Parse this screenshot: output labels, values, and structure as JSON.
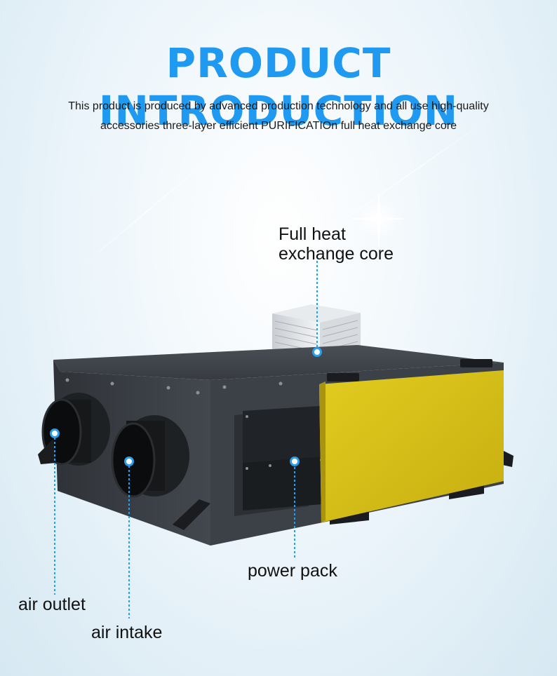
{
  "header": {
    "title": "PRODUCT INTRODUCTION",
    "subtitle_line1": "This product is produced by advanced production technology and all use high-quality",
    "subtitle_line2": "accessories three-layer efficient PURIFICATIOn full heat exchange core"
  },
  "callouts": {
    "core_line1": "Full heat",
    "core_line2": "exchange core",
    "power_pack": "power pack",
    "air_outlet": "air outlet",
    "air_intake": "air intake"
  },
  "colors": {
    "title": "#1f9af0",
    "callout_line": "#2a9ee8",
    "housing": "#3b4047",
    "panel": "#d9c21a"
  }
}
